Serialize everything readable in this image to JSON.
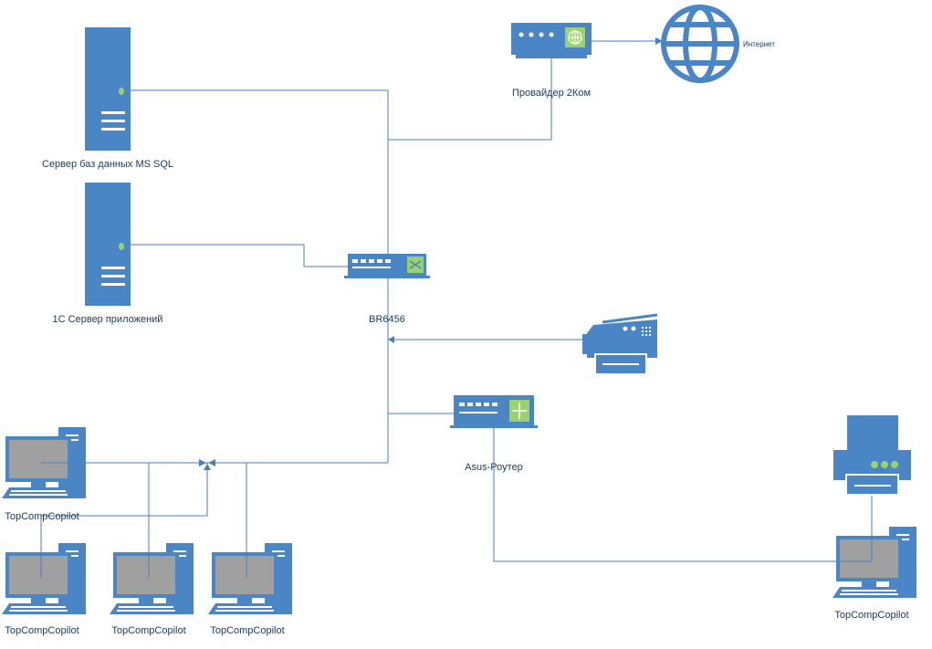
{
  "nodes": {
    "sql_server": {
      "label": "Сервер баз данных MS SQL"
    },
    "app_server": {
      "label": "1С Сервер приложений"
    },
    "switch": {
      "label": "BR6456"
    },
    "provider": {
      "label": "Провайдер 2Ком"
    },
    "internet": {
      "label": "Интернет"
    },
    "asus_router": {
      "label": "Asus-Роутер"
    },
    "pc_top_left": {
      "label": "TopCompCopilot"
    },
    "pc_bottom_1": {
      "label": "TopCompCopilot"
    },
    "pc_bottom_2": {
      "label": "TopCompCopilot"
    },
    "pc_bottom_3": {
      "label": "TopCompCopilot"
    },
    "pc_right": {
      "label": "TopCompCopilot"
    }
  },
  "colors": {
    "device_blue": "#4a85c6",
    "wire": "#4a7ebb",
    "label": "#1f3b63",
    "screen_gray": "#a0a0a0",
    "accent_green": "#9bd26e"
  },
  "icons": [
    "server-icon",
    "switch-icon",
    "modem-icon",
    "globe-icon",
    "router-icon",
    "fax-printer-icon",
    "printer-icon",
    "workstation-icon"
  ]
}
